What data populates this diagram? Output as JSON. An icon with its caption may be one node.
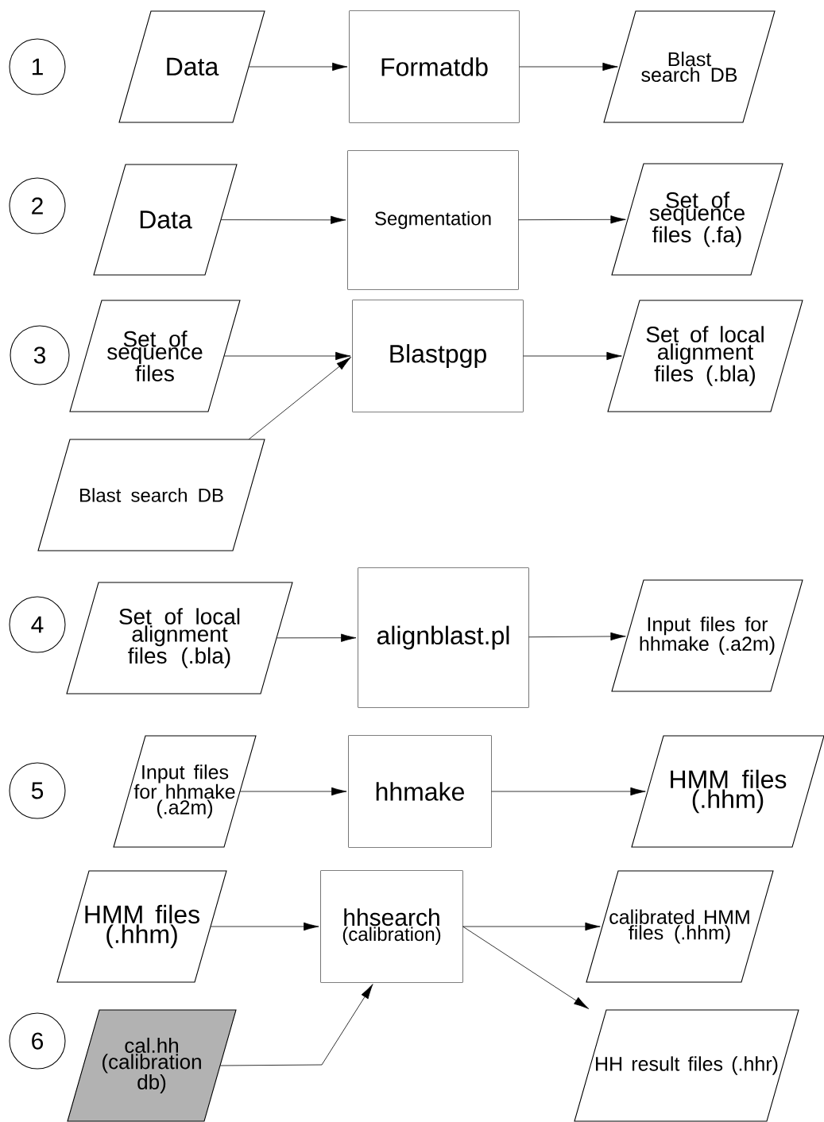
{
  "diagram": {
    "nodes": [
      {
        "text": [
          "1"
        ]
      },
      {
        "text": [
          "Data"
        ]
      },
      {
        "text": [
          "Formatdb"
        ]
      },
      {
        "text": [
          "Blast search DB"
        ]
      },
      {
        "text": [
          "2"
        ]
      },
      {
        "text": [
          "Data"
        ]
      },
      {
        "text": [
          "Segmentation"
        ]
      },
      {
        "text": [
          "Set of sequence files (.fa)"
        ]
      },
      {
        "text": [
          "3"
        ]
      },
      {
        "text": [
          "Set of sequence files"
        ]
      },
      {
        "text": [
          "Blastpgp"
        ]
      },
      {
        "text": [
          "Set of local alignment files (.bla)"
        ]
      },
      {
        "text": [
          "Blast search DB"
        ]
      },
      {
        "text": [
          "4"
        ]
      },
      {
        "text": [
          "Set of local alignment files (.bla)"
        ]
      },
      {
        "text": [
          "alignblast.pl"
        ]
      },
      {
        "text": [
          "Input files for hhmake (.a2m)"
        ]
      },
      {
        "text": [
          "5"
        ]
      },
      {
        "text": [
          "Input files for hhmake (.a2m)"
        ]
      },
      {
        "text": [
          "hhmake"
        ]
      },
      {
        "text": [
          "HMM files (.hhm)"
        ]
      },
      {
        "text": [
          "HMM files (.hhm)"
        ]
      },
      {
        "text": [
          "hhsearch",
          "(calibration)"
        ]
      },
      {
        "text": [
          "calibrated HMM files (.hhm)"
        ]
      },
      {
        "text": [
          "6"
        ]
      },
      {
        "text": [
          "cal.hh (calibration db)"
        ]
      },
      {
        "text": [
          "HH result files (.hhr)"
        ]
      }
    ],
    "edges": [
      {
        "from": 1,
        "to": 2,
        "arrow": "to"
      },
      {
        "from": 2,
        "to": 3,
        "arrow": "to"
      },
      {
        "from": 5,
        "to": 6,
        "arrow": "to"
      },
      {
        "from": 6,
        "to": 7,
        "arrow": "to"
      },
      {
        "from": 9,
        "to": 10,
        "arrow": "to"
      },
      {
        "from": 12,
        "to": 10,
        "arrow": "to"
      },
      {
        "from": 10,
        "to": 11,
        "arrow": "to"
      },
      {
        "from": 14,
        "to": 15,
        "arrow": "to"
      },
      {
        "from": 15,
        "to": 16,
        "arrow": "to"
      },
      {
        "from": 18,
        "to": 19,
        "arrow": "to"
      },
      {
        "from": 19,
        "to": 20,
        "arrow": "to"
      },
      {
        "from": 21,
        "to": 22,
        "arrow": "to"
      },
      {
        "from": 25,
        "to": 22,
        "arrow": "to"
      },
      {
        "from": 22,
        "to": 23,
        "arrow": "to"
      },
      {
        "from": 22,
        "to": 26,
        "arrow": "to"
      }
    ]
  }
}
